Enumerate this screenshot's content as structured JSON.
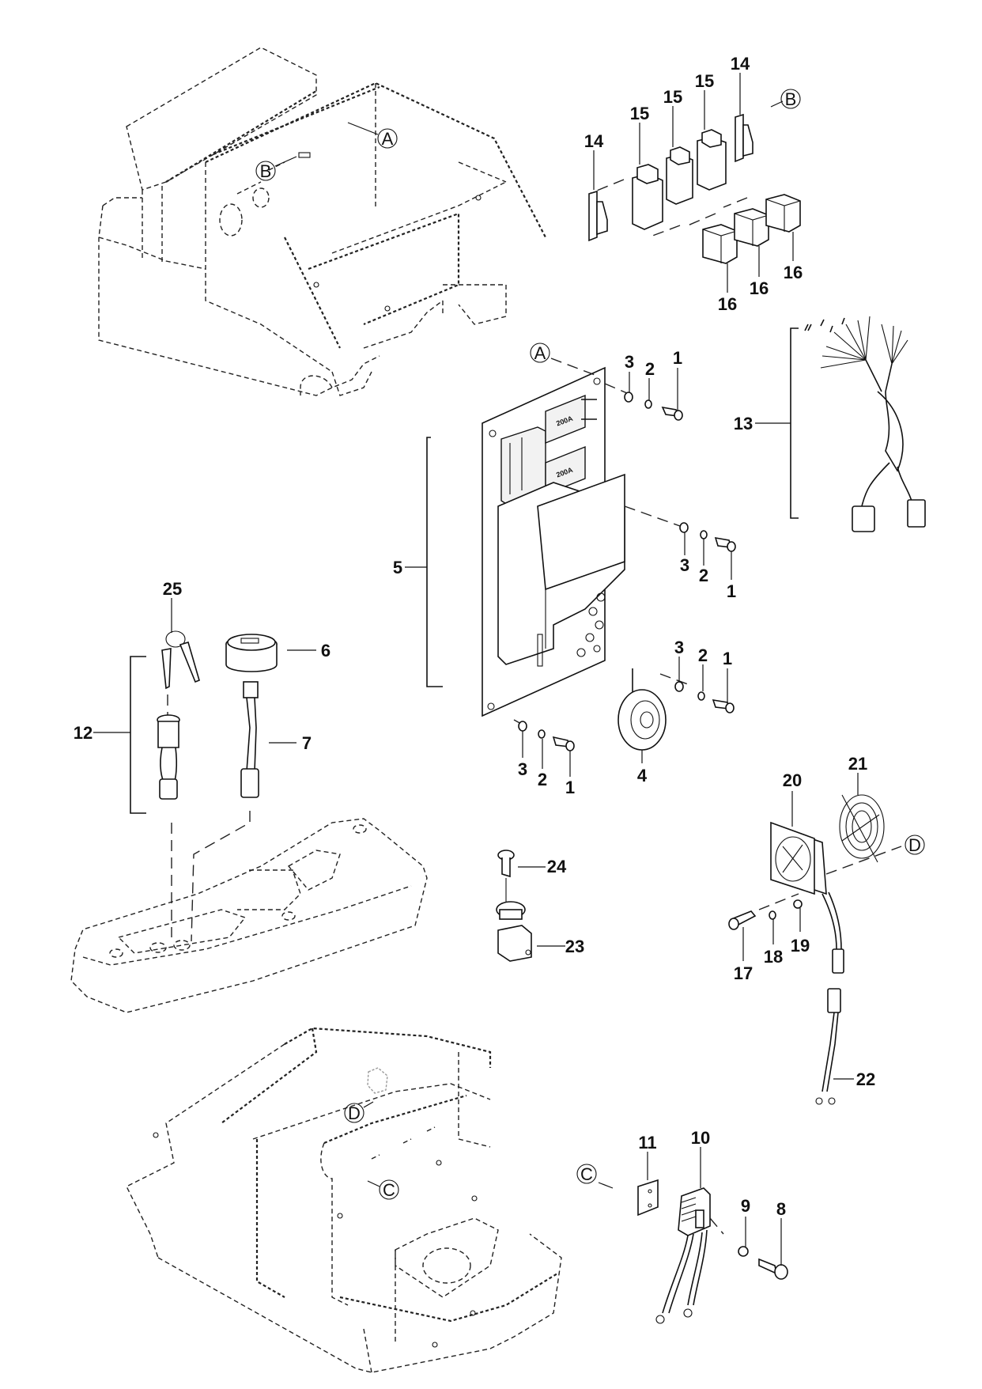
{
  "diagram": {
    "type": "exploded-parts-diagram",
    "subject": "Electrical components, pallet truck chassis",
    "fuse_marking": "200A",
    "reference_markers": [
      "A",
      "B",
      "C",
      "D"
    ],
    "callouts": {
      "c1a": "1",
      "c1b": "1",
      "c1c": "1",
      "c1d": "1",
      "c2a": "2",
      "c2b": "2",
      "c2c": "2",
      "c2d": "2",
      "c3a": "3",
      "c3b": "3",
      "c3c": "3",
      "c3d": "3",
      "c4": "4",
      "c5": "5",
      "c6": "6",
      "c7": "7",
      "c8": "8",
      "c9": "9",
      "c10": "10",
      "c11": "11",
      "c12": "12",
      "c13": "13",
      "c14a": "14",
      "c14b": "14",
      "c15a": "15",
      "c15b": "15",
      "c15c": "15",
      "c16a": "16",
      "c16b": "16",
      "c16c": "16",
      "c17": "17",
      "c18": "18",
      "c19": "19",
      "c20": "20",
      "c21": "21",
      "c22": "22",
      "c23": "23",
      "c24": "24",
      "c25": "25"
    },
    "refs": {
      "a_top": "A",
      "a_plate": "A",
      "b_top": "B",
      "b_relays": "B",
      "c_chassis": "C",
      "c_connector": "C",
      "d_chassis": "D",
      "d_fan": "D"
    }
  }
}
